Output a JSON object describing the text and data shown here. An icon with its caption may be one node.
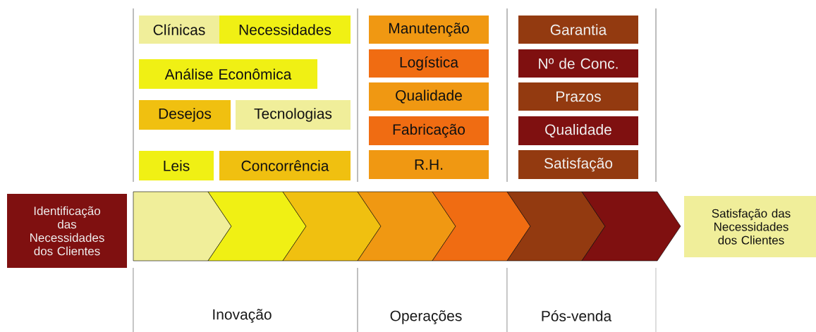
{
  "diagram": {
    "nodes": [
      {
        "text": [
          "Identificação das Necessidades dos Clientes"
        ]
      },
      {
        "text": [
          "Satisfação das Necessidades dos Clientes"
        ]
      },
      {
        "text": [
          "Clínicas"
        ]
      },
      {
        "text": [
          "Necessidades"
        ]
      },
      {
        "text": [
          "Análise Econômica"
        ]
      },
      {
        "text": [
          "Desejos"
        ]
      },
      {
        "text": [
          "Tecnologias"
        ]
      },
      {
        "text": [
          "Leis"
        ]
      },
      {
        "text": [
          "Concorrência"
        ]
      },
      {
        "text": [
          "Manutenção"
        ]
      },
      {
        "text": [
          "Logística"
        ]
      },
      {
        "text": [
          "Qualidade"
        ]
      },
      {
        "text": [
          "Fabricação"
        ]
      },
      {
        "text": [
          "R.H."
        ]
      },
      {
        "text": [
          "Garantia"
        ]
      },
      {
        "text": [
          "Nº de Conc."
        ]
      },
      {
        "text": [
          "Prazos"
        ]
      },
      {
        "text": [
          "Qualidade"
        ]
      },
      {
        "text": [
          "Satisfação"
        ]
      }
    ],
    "labels": [
      "Inovação",
      "Operações",
      "Pós-venda"
    ]
  }
}
